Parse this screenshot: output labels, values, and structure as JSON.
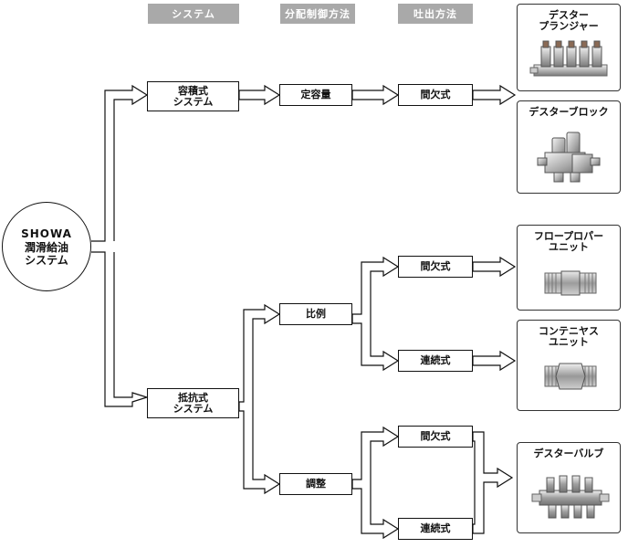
{
  "headers": {
    "system": "システム",
    "control": "分配制御方法",
    "discharge": "吐出方法"
  },
  "root": {
    "brand": "SHOWA",
    "line1": "潤滑給油",
    "line2": "システム"
  },
  "systems": {
    "volumetric_1": "容積式",
    "volumetric_2": "システム",
    "resistance_1": "抵抗式",
    "resistance_2": "システム"
  },
  "control_methods": {
    "fixed": "定容量",
    "proportional": "比例",
    "adjust": "調整"
  },
  "discharge_methods": {
    "top_intermittent": "間欠式",
    "prop_intermittent": "間欠式",
    "prop_continuous": "連続式",
    "adj_intermittent": "間欠式",
    "adj_continuous": "連続式"
  },
  "products": [
    {
      "line1": "デスター",
      "line2": "プランジャー"
    },
    {
      "line1": "デスターブロック",
      "line2": ""
    },
    {
      "line1": "フロープロパー",
      "line2": "ユニット"
    },
    {
      "line1": "コンテニヤス",
      "line2": "ユニット"
    },
    {
      "line1": "デスターバルブ",
      "line2": ""
    }
  ]
}
